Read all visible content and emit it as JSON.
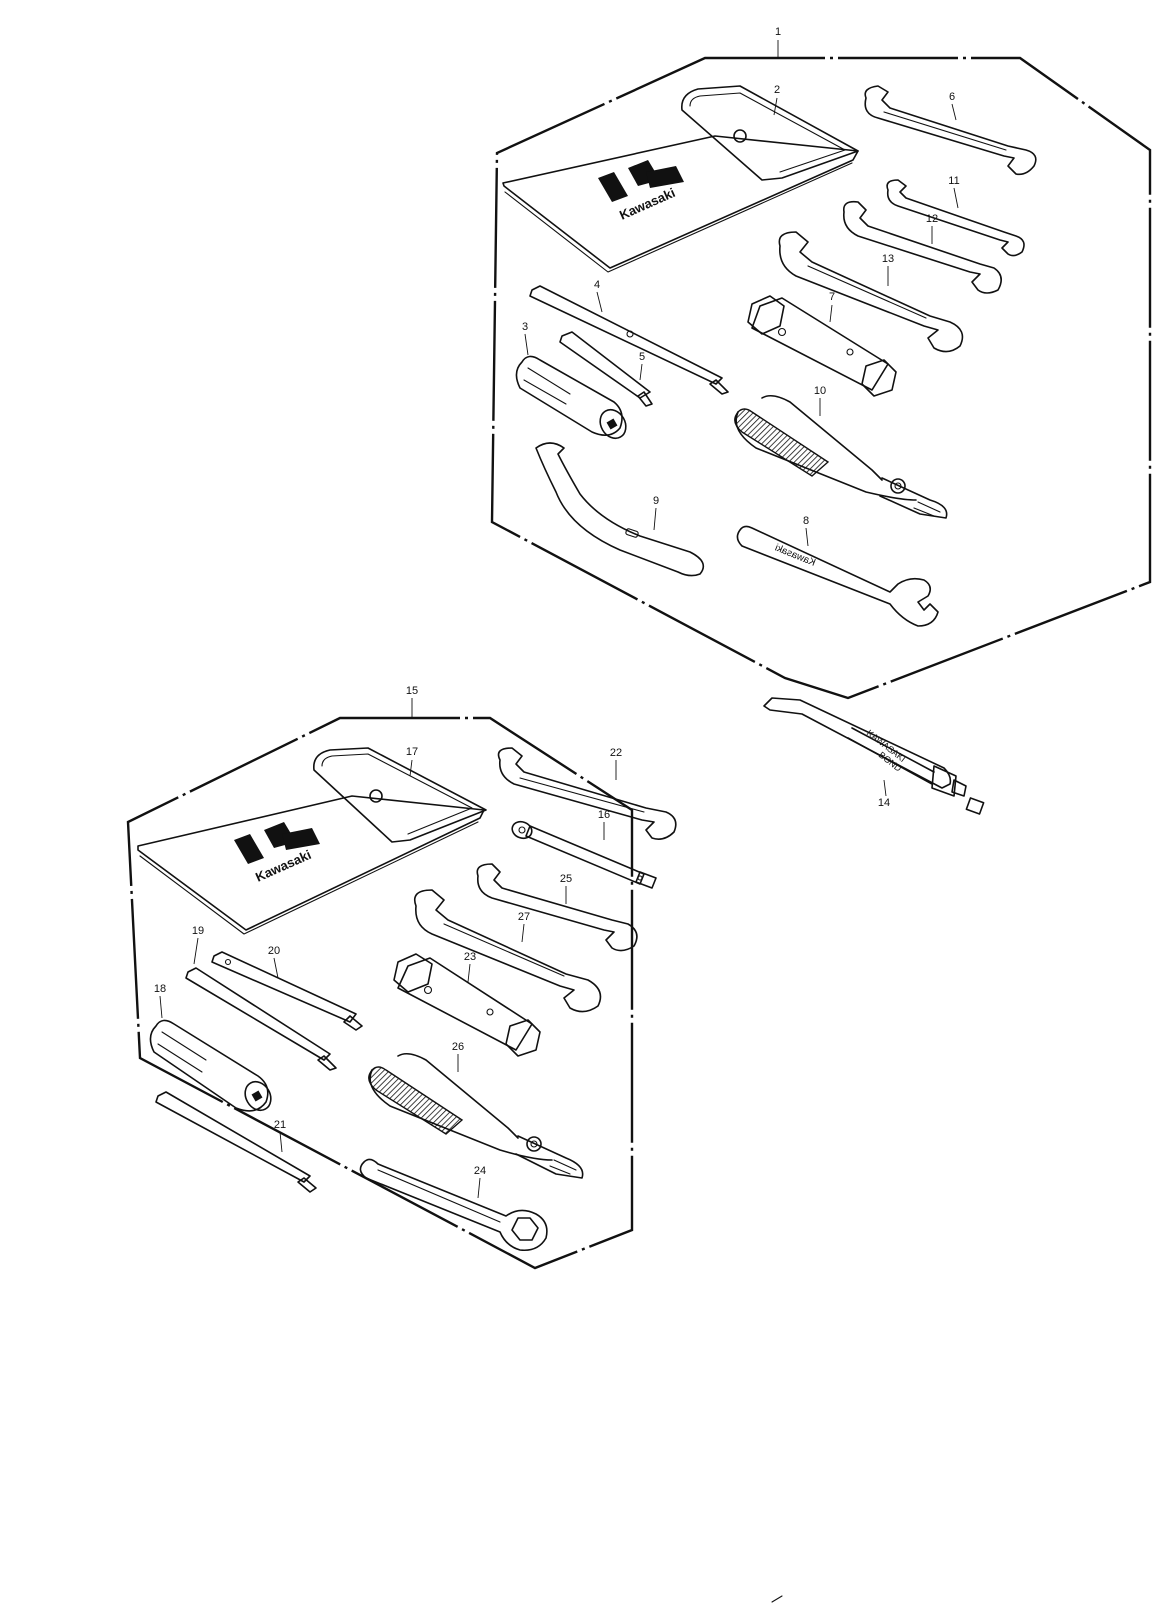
{
  "callouts": {
    "c1": "1",
    "c2": "2",
    "c3": "3",
    "c4": "4",
    "c5": "5",
    "c6": "6",
    "c7": "7",
    "c8": "8",
    "c9": "9",
    "c10": "10",
    "c11": "11",
    "c12": "12",
    "c13": "13",
    "c14": "14",
    "c15": "15",
    "c16": "16",
    "c17": "17",
    "c18": "18",
    "c19": "19",
    "c20": "20",
    "c21": "21",
    "c22": "22",
    "c23": "23",
    "c24": "24",
    "c25": "25",
    "c26": "26",
    "c27": "27"
  },
  "pouch_upper": {
    "brand": "Kawasaki"
  },
  "pouch_lower": {
    "brand": "Kawasaki"
  },
  "tube_label": {
    "line1": "KAWASAKI",
    "line2": "BOND"
  },
  "wrench8_label": "Kawasaki",
  "icons": {
    "logo": "kawasaki-k-logo",
    "pouch": "tool-pouch",
    "wrench": "open-end-wrench",
    "box_wrench": "box-end-wrench",
    "spark_plug_wrench": "hex-socket-tube",
    "screwdriver_handle": "screwdriver-handle",
    "screwdriver_shaft": "screwdriver-shaft",
    "pliers": "pliers",
    "hook_spanner": "hook-spanner",
    "bond_tube": "bond-tube",
    "extension_bar": "extension-bar"
  }
}
